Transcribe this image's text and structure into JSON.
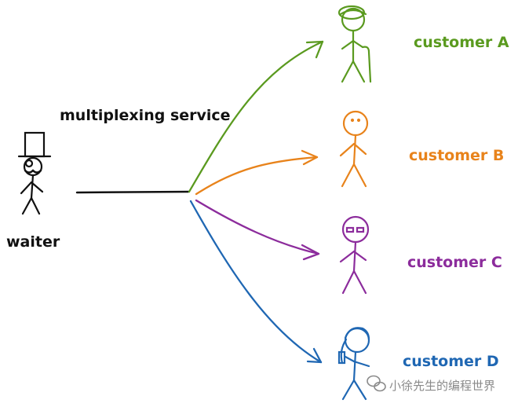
{
  "title": "multiplexing service",
  "waiter": {
    "label": "waiter"
  },
  "customers": [
    {
      "id": "a",
      "label": "customer A",
      "color": "#5a9a1f"
    },
    {
      "id": "b",
      "label": "customer B",
      "color": "#e8831b"
    },
    {
      "id": "c",
      "label": "customer C",
      "color": "#8c2c9c"
    },
    {
      "id": "d",
      "label": "customer D",
      "color": "#1f67b3"
    }
  ],
  "watermark": {
    "text": "小徐先生的编程世界",
    "icon": "wechat-icon"
  },
  "colors": {
    "ink": "#111111",
    "watermark": "#8a8a8a"
  }
}
